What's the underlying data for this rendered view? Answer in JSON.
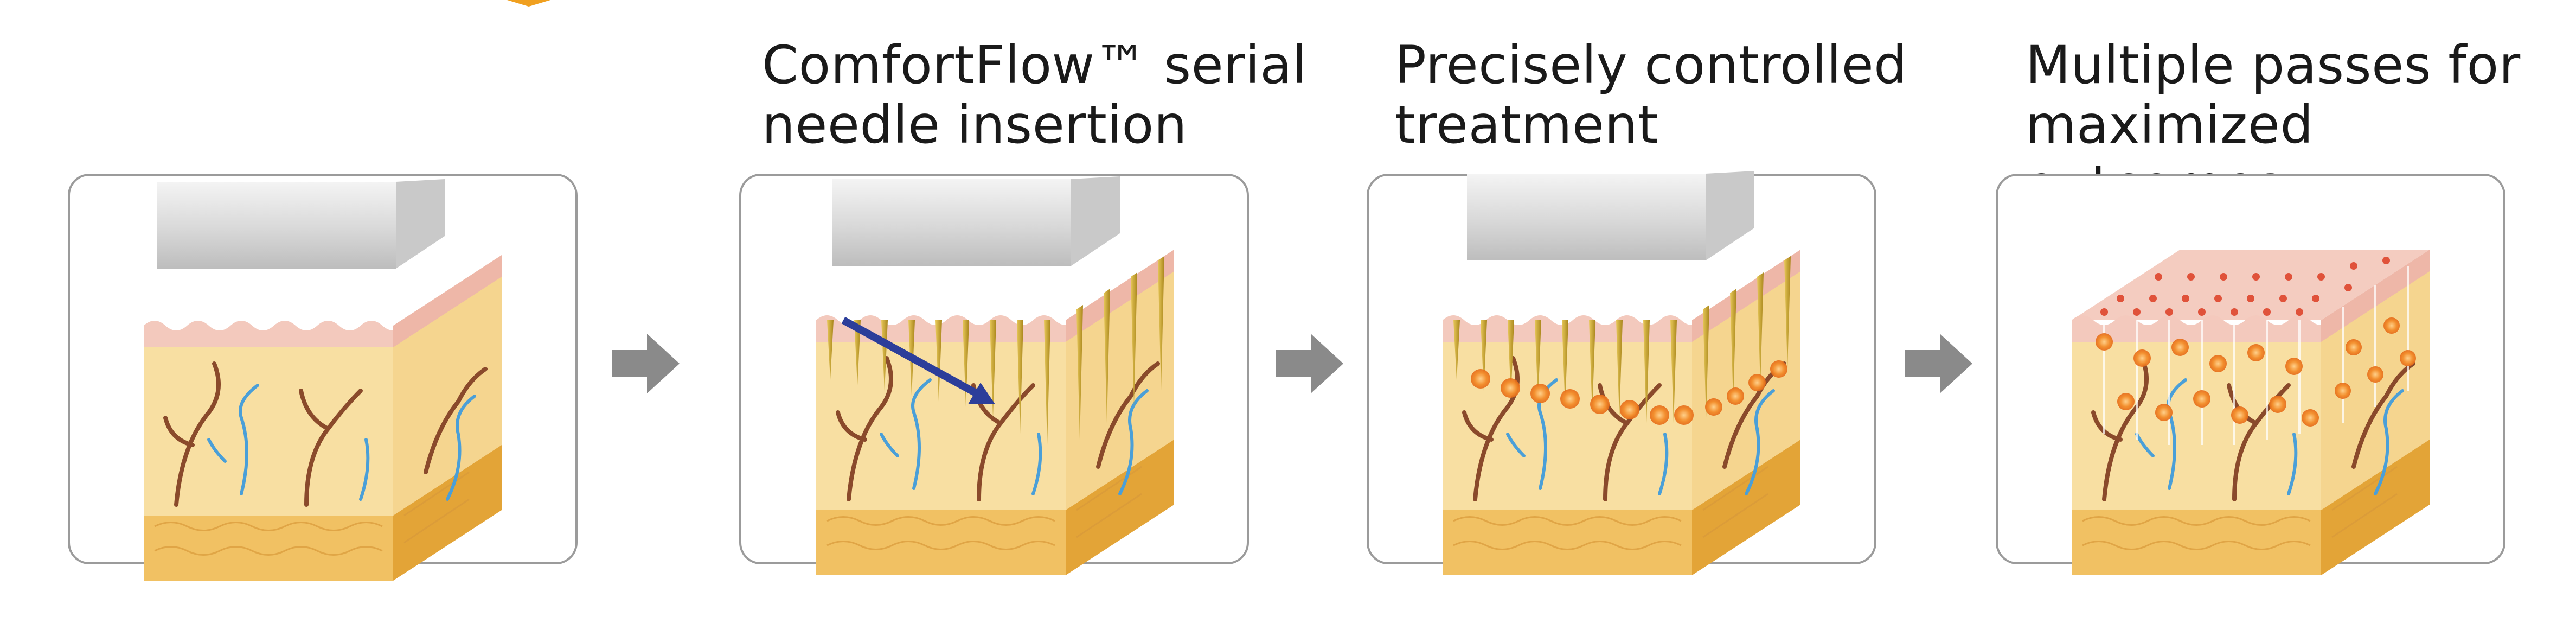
{
  "steps": [
    {
      "title_lines": []
    },
    {
      "title_lines": [
        "ComfortFlow™ serial",
        "needle insertion"
      ]
    },
    {
      "title_lines": [
        "Precisely controlled",
        "treatment"
      ]
    },
    {
      "title_lines": [
        "Multiple passes for",
        "maximized outcomes"
      ]
    }
  ],
  "colors": {
    "border": "#9b9b9b",
    "arrow": "#8a8a8a",
    "skin_top": "#f3c9bd",
    "dermis": "#f8dfa2",
    "fat": "#f1c163",
    "fat_side": "#e3a437",
    "vessel_brown": "#8a4a2b",
    "vessel_blue": "#4a9fd8",
    "needle": "#c9a227",
    "heat_spot": "#f08a2a",
    "direction_arrow": "#2c3e9a",
    "applicator": "#dcdcdc",
    "accent_corner": "#f0a020"
  },
  "icons": [
    "arrow-right-icon",
    "applicator-tip-icon",
    "direction-arrow-icon"
  ]
}
